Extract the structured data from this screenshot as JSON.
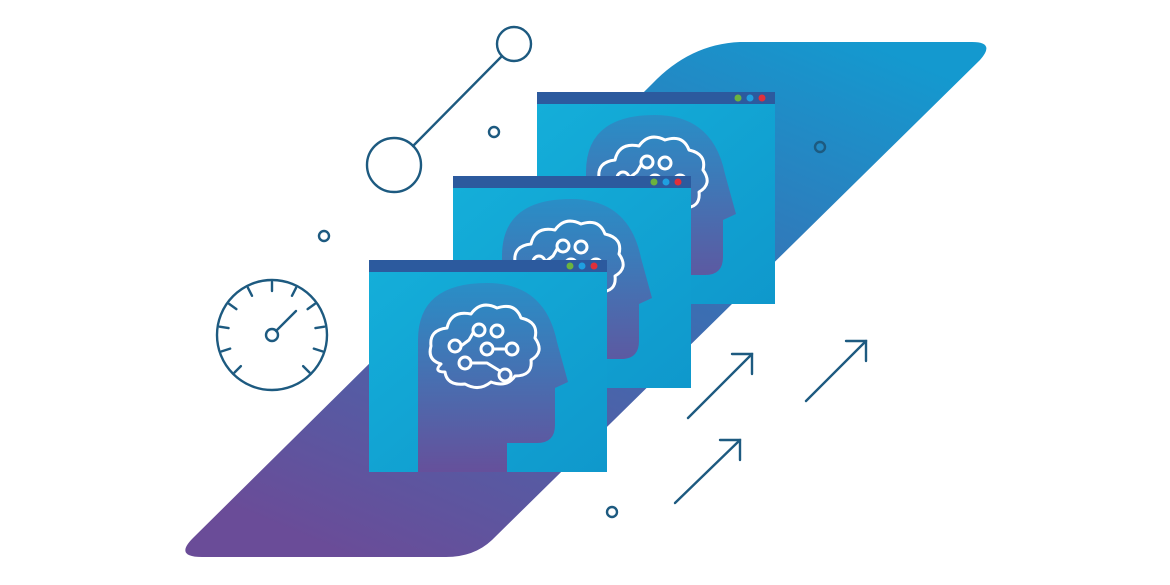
{
  "illustration": {
    "colors": {
      "band_top": "#1499cf",
      "band_bottom": "#6a4c98",
      "window_body": "#12a6d6",
      "window_titlebar": "#2c5a9e",
      "head_top": "#2a8dc6",
      "head_bottom": "#6a4c98",
      "line_art": "#1d5a80",
      "dot_green": "#6bb33f",
      "dot_blue": "#1f9fe0",
      "dot_red": "#e0303a"
    },
    "icons": [
      "ai-brain-head-window",
      "speedometer-gauge-icon",
      "arrow-up-right-icon",
      "node-link-icon"
    ],
    "window_count": 3,
    "arrow_count": 3
  }
}
